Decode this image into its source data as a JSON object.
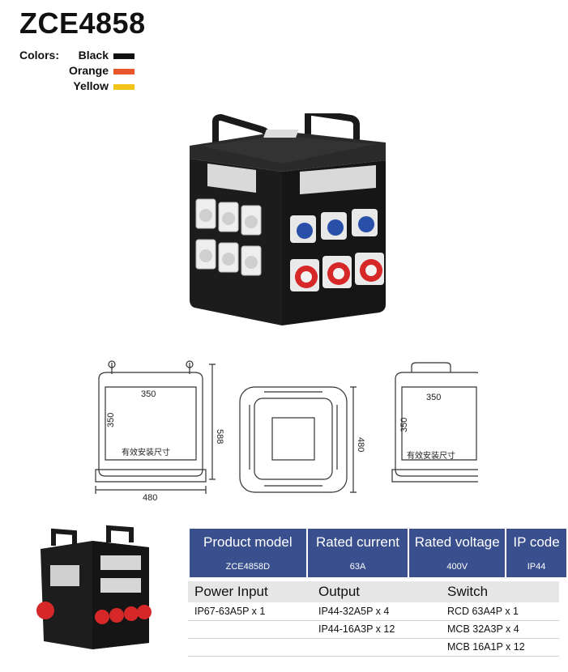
{
  "title": "ZCE4858",
  "colors": {
    "label": "Colors:",
    "items": [
      {
        "name": "Black",
        "hex": "#111111"
      },
      {
        "name": "Orange",
        "hex": "#e8562a"
      },
      {
        "name": "Yellow",
        "hex": "#f2c418"
      }
    ]
  },
  "drawings": {
    "front": {
      "width": "350",
      "height": "350",
      "overall_height": "588",
      "base_width": "480",
      "note": "有效安装尺寸"
    },
    "top": {
      "depth": "480"
    },
    "side": {
      "width": "350",
      "height": "350",
      "note": "有效安装尺寸"
    }
  },
  "spec": {
    "headers": [
      "Product model",
      "Rated current",
      "Rated voltage",
      "IP code"
    ],
    "values": [
      "ZCE4858D",
      "63A",
      "400V",
      "IP44"
    ],
    "sections": [
      "Power Input",
      "Output",
      "Switch"
    ],
    "power_input": [
      "IP67-63A5P  x 1"
    ],
    "output": [
      "IP44-32A5P  x 4",
      "IP44-16A3P  x 12"
    ],
    "switch": [
      "RCD 63A4P  x 1",
      "MCB 32A3P  x 4",
      "MCB 16A1P  x 12"
    ]
  }
}
